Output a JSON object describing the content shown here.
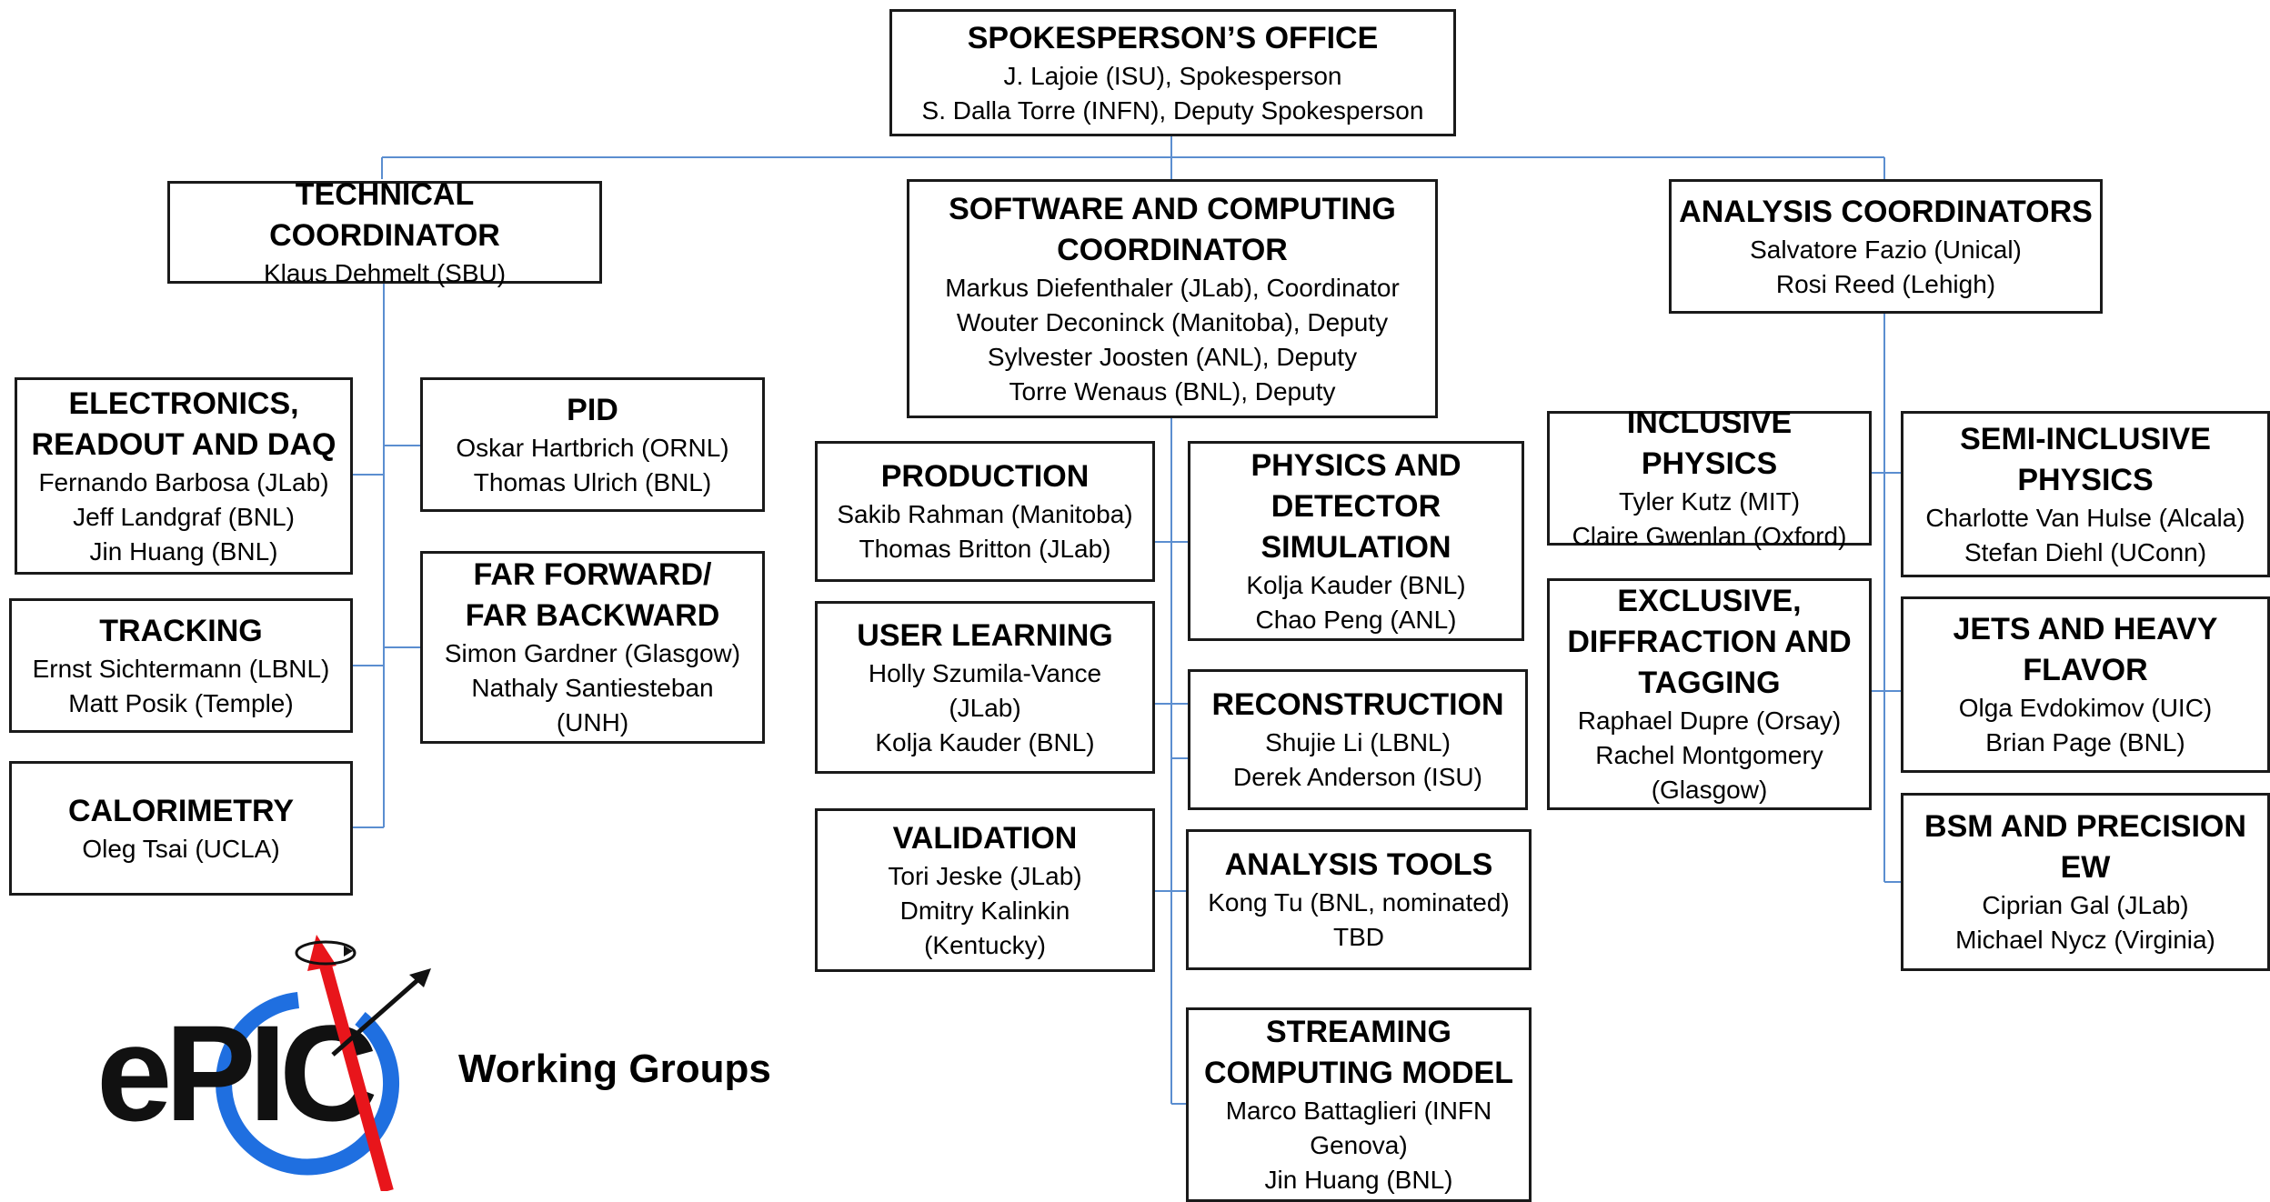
{
  "spokesperson": {
    "title": "SPOKESPERSON’S OFFICE",
    "lines": [
      "J. Lajoie (ISU), Spokesperson",
      "S. Dalla Torre (INFN), Deputy Spokesperson"
    ]
  },
  "technical": {
    "title": "TECHNICAL COORDINATOR",
    "lines": [
      "Klaus Dehmelt (SBU)"
    ]
  },
  "software": {
    "title_lines": [
      "SOFTWARE AND COMPUTING",
      "COORDINATOR"
    ],
    "lines": [
      "Markus Diefenthaler (JLab), Coordinator",
      "Wouter Deconinck (Manitoba), Deputy",
      "Sylvester Joosten (ANL), Deputy",
      "Torre Wenaus (BNL), Deputy"
    ]
  },
  "analysis": {
    "title": "ANALYSIS COORDINATORS",
    "lines": [
      "Salvatore Fazio (Unical)",
      "Rosi Reed (Lehigh)"
    ]
  },
  "electronics": {
    "title_lines": [
      "ELECTRONICS,",
      "READOUT AND DAQ"
    ],
    "lines": [
      "Fernando Barbosa (JLab)",
      "Jeff Landgraf (BNL)",
      "Jin Huang (BNL)"
    ]
  },
  "pid": {
    "title": "PID",
    "lines": [
      "Oskar Hartbrich (ORNL)",
      "Thomas Ulrich (BNL)"
    ]
  },
  "tracking": {
    "title": "TRACKING",
    "lines": [
      "Ernst Sichtermann (LBNL)",
      "Matt Posik (Temple)"
    ]
  },
  "farforward": {
    "title_lines": [
      "FAR FORWARD/",
      "FAR BACKWARD"
    ],
    "lines": [
      "Simon Gardner (Glasgow)",
      "Nathaly Santiesteban",
      "(UNH)"
    ]
  },
  "calorimetry": {
    "title": "CALORIMETRY",
    "lines": [
      "Oleg Tsai (UCLA)"
    ]
  },
  "production": {
    "title": "PRODUCTION",
    "lines": [
      "Sakib Rahman (Manitoba)",
      "Thomas Britton (JLab)"
    ]
  },
  "physics_sim": {
    "title_lines": [
      "PHYSICS AND",
      "DETECTOR",
      "SIMULATION"
    ],
    "lines": [
      "Kolja Kauder (BNL)",
      "Chao Peng (ANL)"
    ]
  },
  "user_learning": {
    "title": "USER LEARNING",
    "lines": [
      "Holly Szumila-Vance",
      "(JLab)",
      "Kolja Kauder (BNL)"
    ]
  },
  "reconstruction": {
    "title": "RECONSTRUCTION",
    "lines": [
      "Shujie Li (LBNL)",
      "Derek Anderson (ISU)"
    ]
  },
  "validation": {
    "title": "VALIDATION",
    "lines": [
      "Tori Jeske (JLab)",
      "Dmitry Kalinkin",
      "(Kentucky)"
    ]
  },
  "analysis_tools": {
    "title": "ANALYSIS TOOLS",
    "lines": [
      "Kong Tu (BNL, nominated)",
      "TBD"
    ]
  },
  "streaming": {
    "title_lines": [
      "STREAMING",
      "COMPUTING MODEL"
    ],
    "lines": [
      "Marco Battaglieri (INFN",
      "Genova)",
      "Jin Huang (BNL)"
    ]
  },
  "inclusive": {
    "title": "INCLUSIVE PHYSICS",
    "lines": [
      "Tyler Kutz (MIT)",
      "Claire Gwenlan (Oxford)"
    ]
  },
  "semi_inclusive": {
    "title_lines": [
      "SEMI-INCLUSIVE",
      "PHYSICS"
    ],
    "lines": [
      "Charlotte Van Hulse (Alcala)",
      "Stefan Diehl (UConn)"
    ]
  },
  "exclusive": {
    "title_lines": [
      "EXCLUSIVE,",
      "DIFFRACTION AND",
      "TAGGING"
    ],
    "lines": [
      "Raphael Dupre (Orsay)",
      "Rachel Montgomery",
      "(Glasgow)"
    ]
  },
  "jets": {
    "title_lines": [
      "JETS AND HEAVY",
      "FLAVOR"
    ],
    "lines": [
      "Olga Evdokimov (UIC)",
      "Brian Page (BNL)"
    ]
  },
  "bsm": {
    "title_lines": [
      "BSM AND PRECISION",
      "EW"
    ],
    "lines": [
      "Ciprian Gal (JLab)",
      "Michael Nycz (Virginia)"
    ]
  },
  "logo": {
    "wordmark": "ePIC",
    "caption": "Working Groups",
    "colors": {
      "blue": "#1f6fe0",
      "red": "#e8151b",
      "black": "#111111"
    }
  }
}
